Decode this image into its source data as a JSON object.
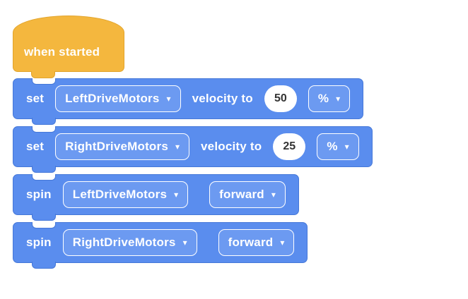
{
  "hat": {
    "label": "when started"
  },
  "blocks": [
    {
      "keyword": "set",
      "motor": "LeftDriveMotors",
      "label_mid": "velocity to",
      "value": "50",
      "unit": "%"
    },
    {
      "keyword": "set",
      "motor": "RightDriveMotors",
      "label_mid": "velocity to",
      "value": "25",
      "unit": "%"
    },
    {
      "keyword": "spin",
      "motor": "LeftDriveMotors",
      "direction": "forward"
    },
    {
      "keyword": "spin",
      "motor": "RightDriveMotors",
      "direction": "forward"
    }
  ],
  "icons": {
    "dropdown_arrow": "▾"
  },
  "colors": {
    "hat_fill": "#F4B73E",
    "hat_border": "#E2A42C",
    "block_fill": "#5A8DEE",
    "block_border": "#4678D8",
    "dropdown_fill": "#6C9AF1",
    "dropdown_border": "#FFFFFF",
    "input_fill": "#FFFFFF",
    "input_text": "#333333",
    "label_color": "#FFFFFF"
  }
}
